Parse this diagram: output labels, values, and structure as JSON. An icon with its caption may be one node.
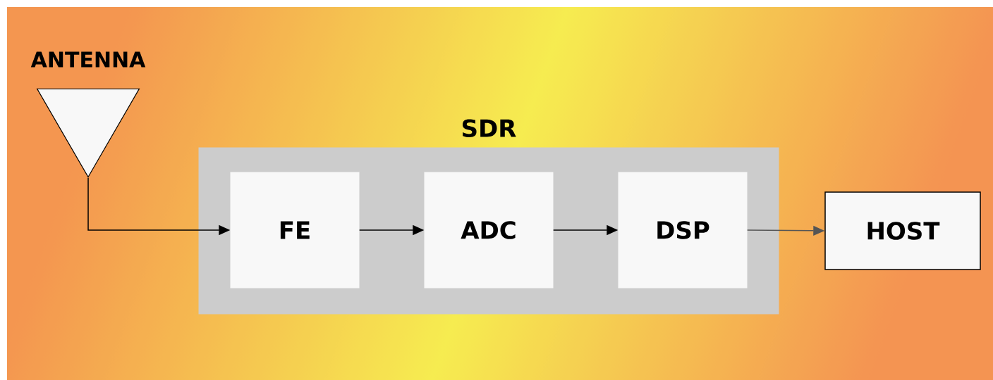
{
  "diagram": {
    "nodes": [
      {
        "text": [
          "ANTENNA"
        ]
      },
      {
        "text": [
          "SDR"
        ]
      },
      {
        "text": [
          "FE"
        ],
        "in": 1
      },
      {
        "text": [
          "ADC"
        ],
        "in": 1
      },
      {
        "text": [
          "DSP"
        ],
        "in": 1
      },
      {
        "text": [
          "HOST"
        ]
      }
    ],
    "edges": [
      {
        "from": 0,
        "to": 2,
        "arrow": "to"
      },
      {
        "from": 2,
        "to": 3,
        "arrow": "to"
      },
      {
        "from": 3,
        "to": 4,
        "arrow": "to"
      },
      {
        "from": 4,
        "to": 5,
        "arrow": "to",
        "color": "#555555"
      }
    ]
  }
}
